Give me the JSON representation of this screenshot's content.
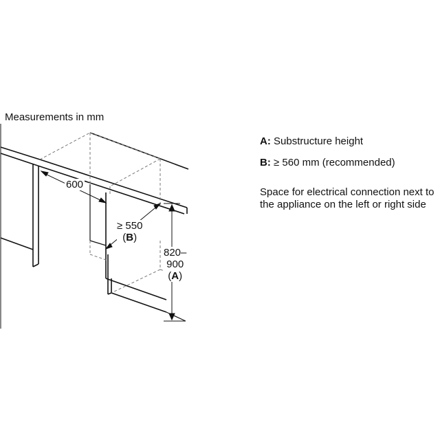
{
  "title": "Measurements in mm",
  "legend": {
    "a_key": "A:",
    "a_text": "Substructure height",
    "b_key": "B:",
    "b_text": "≥ 560 mm (recommended)",
    "note_line1": "Space for electrical connection next to",
    "note_line2": "the appliance on the left or right side"
  },
  "dimensions": {
    "depth": "600",
    "gap_value": "≥ 550",
    "gap_letter": "B",
    "height_line1": "820–",
    "height_line2": "900",
    "height_letter": "A"
  },
  "colors": {
    "line": "#111111",
    "dashed": "#777777"
  }
}
